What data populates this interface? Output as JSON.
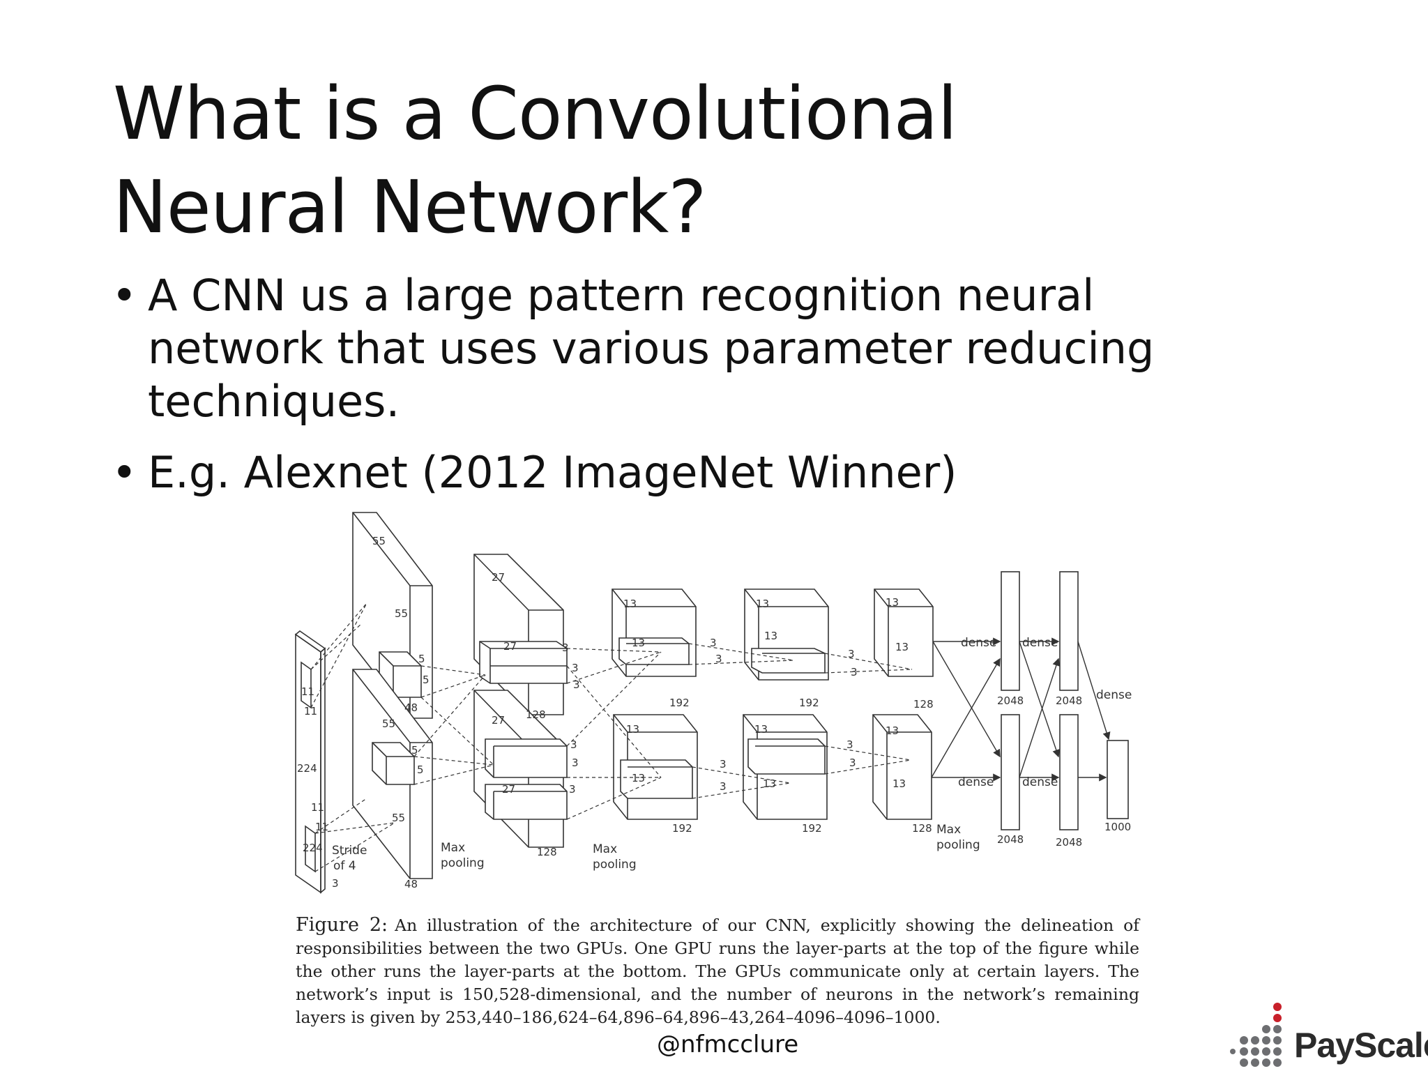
{
  "slide": {
    "title": "What is a Convolutional Neural Network?",
    "bullets": [
      "A CNN us a large pattern recognition neural network that uses various parameter reducing techniques.",
      "E.g. Alexnet (2012 ImageNet Winner)"
    ],
    "bullet_glyph": "•"
  },
  "figure": {
    "labels": {
      "in_224_left": "224",
      "in_224_bottom": "224",
      "in_3": "3",
      "k_11_a": "11",
      "k_11_b": "11",
      "k_11_c": "11",
      "k_11_d": "11",
      "stride": "Stride",
      "stride2": "of 4",
      "c1_55_top": "55",
      "c1_55_side": "55",
      "c1_48_top": "48",
      "c1_55_bot": "55",
      "c1_55_bot2": "55",
      "c1_48_bot": "48",
      "k5_a": "5",
      "k5_b": "5",
      "k5_c": "5",
      "k5_d": "5",
      "maxpool1": "Max",
      "maxpool1b": "pooling",
      "c2_27_top": "27",
      "c2_27_mid": "27",
      "c2_27_bot": "27",
      "c2_27_b2": "27",
      "c2_128_top": "128",
      "c2_128_bot": "128",
      "k3_1": "3",
      "k3_2": "3",
      "k3_3": "3",
      "k3_4": "3",
      "k3_5": "3",
      "k3_6": "3",
      "maxpool2": "Max",
      "maxpool2b": "pooling",
      "c3_13_a": "13",
      "c3_13_b": "13",
      "c3_13_c": "13",
      "c3_13_d": "13",
      "c3_192_top": "192",
      "c3_192_bot": "192",
      "k3_7": "3",
      "k3_8": "3",
      "k3_9": "3",
      "k3_10": "3",
      "c4_13_a": "13",
      "c4_13_b": "13",
      "c4_13_c": "13",
      "c4_13_d": "13",
      "c4_192_top": "192",
      "c4_192_bot": "192",
      "k3_11": "3",
      "k3_12": "3",
      "k3_13": "3",
      "k3_14": "3",
      "c5_13_a": "13",
      "c5_13_b": "13",
      "c5_13_c": "13",
      "c5_13_d": "13",
      "c5_128_top": "128",
      "c5_128_bot": "128",
      "maxpool3": "Max",
      "maxpool3b": "pooling",
      "dense1_top": "dense",
      "dense2_top": "dense",
      "dense1_bot": "dense",
      "dense2_bot": "dense",
      "dense3": "dense",
      "fc_2048_a": "2048",
      "fc_2048_b": "2048",
      "fc_2048_c": "2048",
      "fc_2048_d": "2048",
      "out_1000": "1000"
    }
  },
  "caption": {
    "label": "Figure 2:",
    "text": "An illustration of the architecture of our CNN, explicitly showing the delineation of responsibilities between the two GPUs. One GPU runs the layer-parts at the top of the figure while the other runs the layer-parts at the bottom. The GPUs communicate only at certain layers. The network’s input is 150,528-dimensional, and the number of neurons in the network’s remaining layers is given by 253,440–186,624–64,896–64,896–43,264–4096–4096–1000."
  },
  "footer": {
    "handle": "@nfmcclure",
    "logo_text": "PayScale",
    "logo_colors": {
      "dot_red": "#c8202a",
      "dot_grey": "#6d6e71"
    }
  }
}
